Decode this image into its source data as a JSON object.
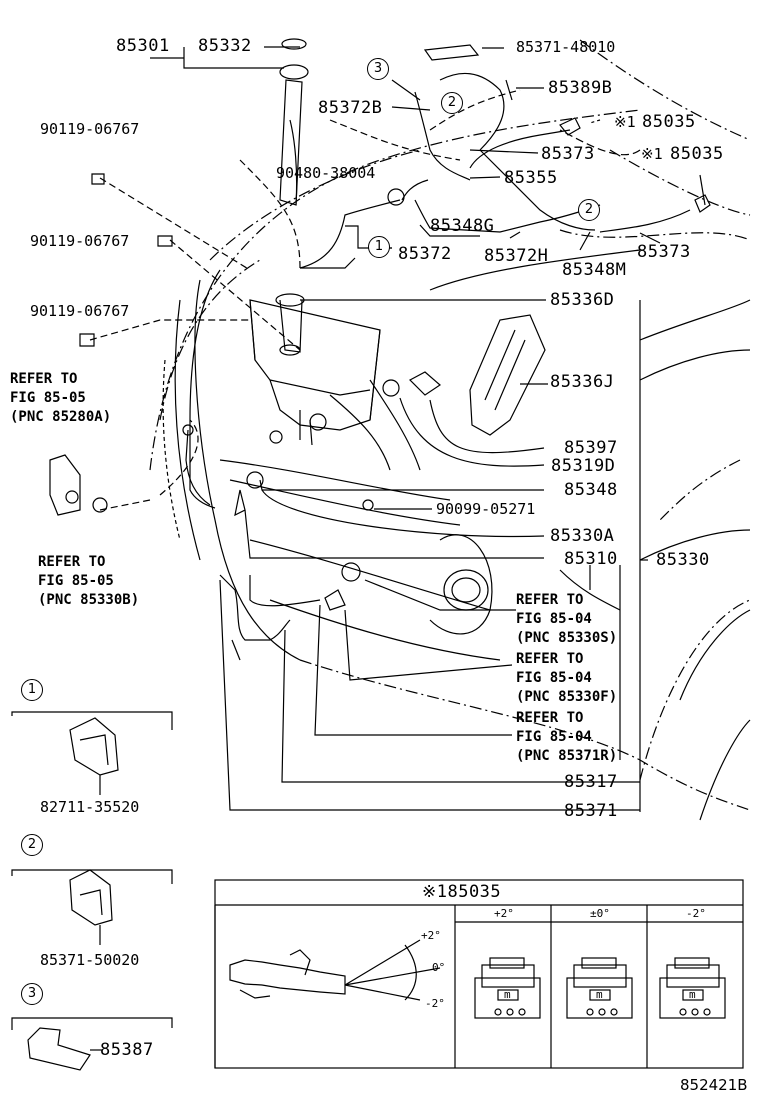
{
  "labels": {
    "p85301": "85301",
    "p85332": "85332",
    "p85371_48010": "85371-48010",
    "p85389B": "85389B",
    "p85372B": "85372B",
    "p85035_a": "85035",
    "p85035_b": "85035",
    "mark_a": "※1",
    "mark_b": "※1",
    "p85373_a": "85373",
    "p85355": "85355",
    "p90480": "90480-38004",
    "p85348G": "85348G",
    "p85372": "85372",
    "p85372H": "85372H",
    "p85348M": "85348M",
    "p85373_b": "85373",
    "p90119_a": "90119-06767",
    "p90119_b": "90119-06767",
    "p90119_c": "90119-06767",
    "p85336D": "85336D",
    "p85336J": "85336J",
    "p85397": "85397",
    "p85319D": "85319D",
    "p85348": "85348",
    "p90099": "90099-05271",
    "p85330A": "85330A",
    "p85310": "85310",
    "p85330": "85330",
    "p85317": "85317",
    "p85371": "85371"
  },
  "refs": {
    "r1_l1": "REFER TO",
    "r1_l2": "FIG 85-05",
    "r1_l3": "(PNC 85280A)",
    "r2_l1": "REFER TO",
    "r2_l2": "FIG 85-05",
    "r2_l3": "(PNC 85330B)",
    "r3_l1": "REFER TO",
    "r3_l2": "FIG 85-04",
    "r3_l3": "(PNC 85330S)",
    "r4_l1": "REFER TO",
    "r4_l2": "FIG 85-04",
    "r4_l3": "(PNC 85330F)",
    "r5_l1": "REFER TO",
    "r5_l2": "FIG 85-04",
    "r5_l3": "(PNC 85371R)"
  },
  "callouts": {
    "c1": "1",
    "c2": "2",
    "c3": "3"
  },
  "legend": {
    "item1_num": "1",
    "item1_part": "82711-35520",
    "item2_num": "2",
    "item2_part": "85371-50020",
    "item3_num": "3",
    "item3_part": "85387"
  },
  "table": {
    "title": "※185035",
    "col1": "+2°",
    "col2": "±0°",
    "col3": "-2°",
    "angle_pos": "+2°",
    "angle_zero": "0°",
    "angle_neg": "-2°",
    "marker": "m"
  },
  "figure_id": "852421B"
}
